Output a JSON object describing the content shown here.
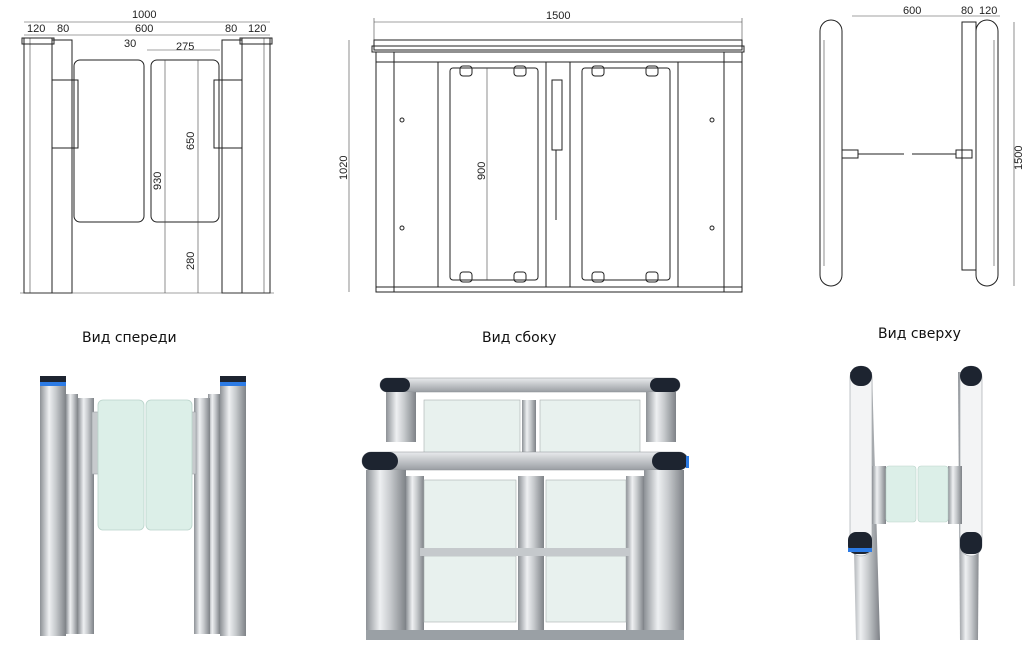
{
  "captions": {
    "front": "Вид спереди",
    "side": "Вид сбоку",
    "top": "Вид сверху"
  },
  "front_view": {
    "width_total": "1000",
    "left_post": "120",
    "left_gap": "80",
    "passage": "600",
    "right_gap": "80",
    "right_post": "120",
    "panel_gap": "30",
    "panel_width": "275",
    "height_total": "930",
    "panel_height": "650",
    "panel_bottom": "280"
  },
  "side_view": {
    "length": "1500",
    "height": "1020",
    "panel_height": "900"
  },
  "top_view": {
    "passage": "600",
    "gap": "80",
    "post": "120",
    "length": "1500"
  },
  "colors": {
    "line": "#222222",
    "glass": "#dcefe8",
    "steel_light": "#e2e4e6",
    "steel_dark": "#8d9196",
    "accent_blue": "#2c7be5"
  }
}
